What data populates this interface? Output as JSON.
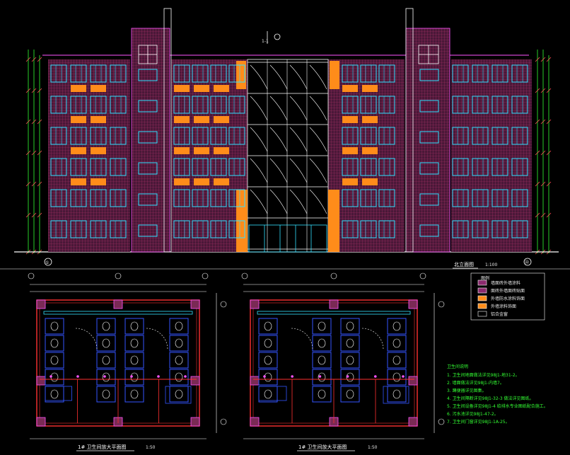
{
  "colors": {
    "background": "#000000",
    "grid_red": "#c8325a",
    "brick": "#7a2a55",
    "window_cyan": "#33e0ff",
    "accent_orange": "#ff8c1a",
    "outline_magenta": "#ff55ff",
    "white": "#ffffff",
    "dim_green": "#33ff33",
    "blue": "#3355ff",
    "red": "#ff3030"
  },
  "elevation": {
    "title": "北立面图",
    "scale": "1:100",
    "axis_left": "①",
    "axis_right": "㉒",
    "top_marker": "1-1"
  },
  "plan_left": {
    "title": "1# 卫生间放大平面图",
    "scale": "1:50"
  },
  "plan_right": {
    "title": "1# 卫生间放大平面图",
    "scale": "1:50"
  },
  "legend": {
    "heading": "图例",
    "items": [
      {
        "label": "墙面砖外墙涂料",
        "color": "#8b2a6e"
      },
      {
        "label": "面砖外墙面砖贴面",
        "color": "#8b2a6e"
      },
      {
        "label": "外墙防水涂料饰面",
        "color": "#ff8c1a"
      },
      {
        "label": "外墙涂料饰面",
        "color": "#ff8c1a"
      },
      {
        "label": "铝合金窗",
        "color": "#000000"
      }
    ]
  },
  "notes": {
    "heading": "卫生间说明",
    "lines": [
      "1. 卫生间地面做法详见98J1-地31-2。",
      "2. 墙面做法详见98J1-内墙7。",
      "3. 蹲便器详见图集。",
      "4. 卫生间隔断详见98J1-32-3 做法详见图纸。",
      "5. 卫生间设备详见98J1-4 给排水专业图纸配合施工。",
      "6. 污水池详见98J1-47-2。",
      "7. 卫生间门窗详见98J1-1A-25。"
    ]
  }
}
